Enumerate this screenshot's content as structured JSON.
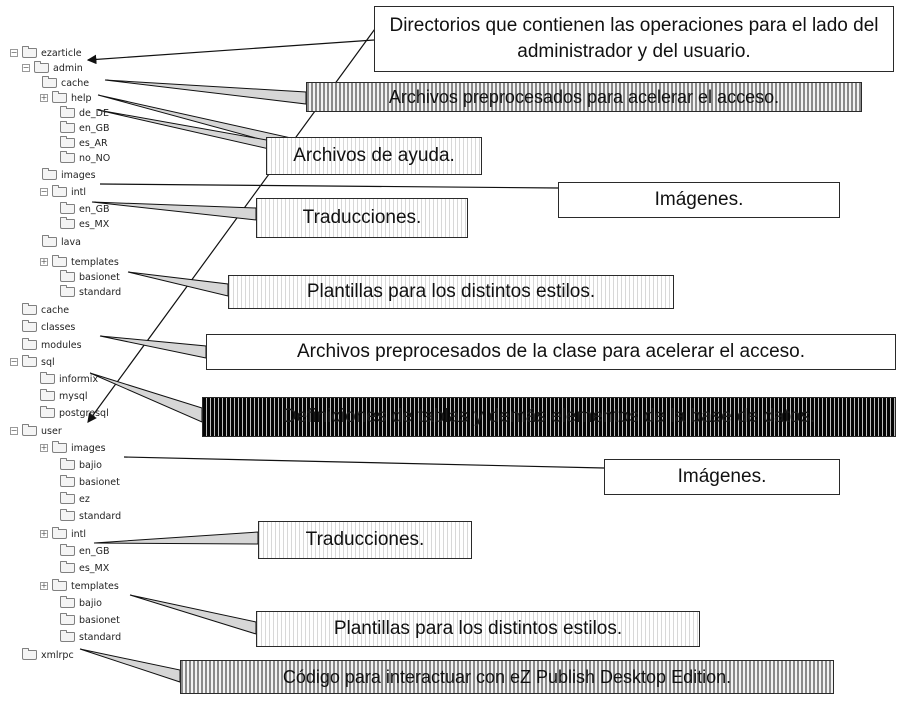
{
  "tree": [
    {
      "label": "ezarticle",
      "expander": "−"
    },
    {
      "label": "admin",
      "expander": "−"
    },
    {
      "label": "cache",
      "expander": ""
    },
    {
      "label": "help",
      "expander": "+"
    },
    {
      "label": "de_DE",
      "expander": ""
    },
    {
      "label": "en_GB",
      "expander": ""
    },
    {
      "label": "es_AR",
      "expander": ""
    },
    {
      "label": "no_NO",
      "expander": ""
    },
    {
      "label": "images",
      "expander": ""
    },
    {
      "label": "intl",
      "expander": "−"
    },
    {
      "label": "en_GB",
      "expander": ""
    },
    {
      "label": "es_MX",
      "expander": ""
    },
    {
      "label": "lava",
      "expander": ""
    },
    {
      "label": "templates",
      "expander": "+"
    },
    {
      "label": "basionet",
      "expander": ""
    },
    {
      "label": "standard",
      "expander": ""
    },
    {
      "label": "cache",
      "expander": ""
    },
    {
      "label": "classes",
      "expander": ""
    },
    {
      "label": "modules",
      "expander": ""
    },
    {
      "label": "sql",
      "expander": "−"
    },
    {
      "label": "informix",
      "expander": ""
    },
    {
      "label": "mysql",
      "expander": ""
    },
    {
      "label": "postgresql",
      "expander": ""
    },
    {
      "label": "user",
      "expander": "−"
    },
    {
      "label": "images",
      "expander": "+"
    },
    {
      "label": "bajio",
      "expander": ""
    },
    {
      "label": "basionet",
      "expander": ""
    },
    {
      "label": "ez",
      "expander": ""
    },
    {
      "label": "standard",
      "expander": ""
    },
    {
      "label": "intl",
      "expander": "+"
    },
    {
      "label": "en_GB",
      "expander": ""
    },
    {
      "label": "es_MX",
      "expander": ""
    },
    {
      "label": "templates",
      "expander": "+"
    },
    {
      "label": "bajio",
      "expander": ""
    },
    {
      "label": "basionet",
      "expander": ""
    },
    {
      "label": "standard",
      "expander": ""
    },
    {
      "label": "xmlrpc",
      "expander": ""
    }
  ],
  "callouts": [
    {
      "text": "Directorios que contienen las operaciones para el lado del administrador y del usuario.",
      "style": "white"
    },
    {
      "text": "Archivos preprocesados para acelerar el acceso.",
      "style": "mid"
    },
    {
      "text": "Archivos de ayuda.",
      "style": "light"
    },
    {
      "text": "Imágenes.",
      "style": "white"
    },
    {
      "text": "Traducciones.",
      "style": "light"
    },
    {
      "text": "Plantillas para los distintos estilos.",
      "style": "light"
    },
    {
      "text": "Archivos preprocesados de la clase para acelerar el acceso.",
      "style": "white"
    },
    {
      "text": "Definiciones de tablas y demás elementos de la base de datos.",
      "style": "dark"
    },
    {
      "text": "Imágenes.",
      "style": "white"
    },
    {
      "text": "Traducciones.",
      "style": "light"
    },
    {
      "text": "Plantillas para los distintos estilos.",
      "style": "light"
    },
    {
      "text": "Código para interactuar con eZ Publish Desktop Edition.",
      "style": "mid"
    }
  ]
}
